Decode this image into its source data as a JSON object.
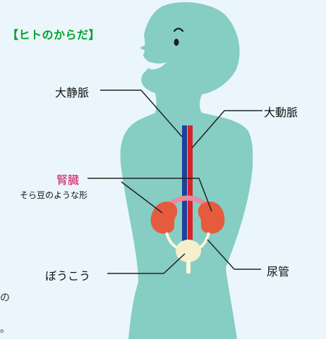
{
  "title": "【ヒトのからだ】",
  "labels": {
    "vena_cava": "大静脈",
    "aorta": "大動脈",
    "kidney": "腎臓",
    "kidney_note": "そら豆のような形",
    "bladder": "ぼうこう",
    "ureter": "尿管"
  },
  "cutoff_text": {
    "line1": "の",
    "line2": "。"
  },
  "colors": {
    "background": "#eaf6fb",
    "body": "#86cdc4",
    "title": "#00a32a",
    "kidney_label": "#d6145f",
    "vein": "#1f3f9a",
    "artery": "#d8232a",
    "kidney": "#e65a3d",
    "kidney_bridge": "#e98aa0",
    "bladder": "#f4efcd",
    "ureter": "#fbf6dc"
  }
}
